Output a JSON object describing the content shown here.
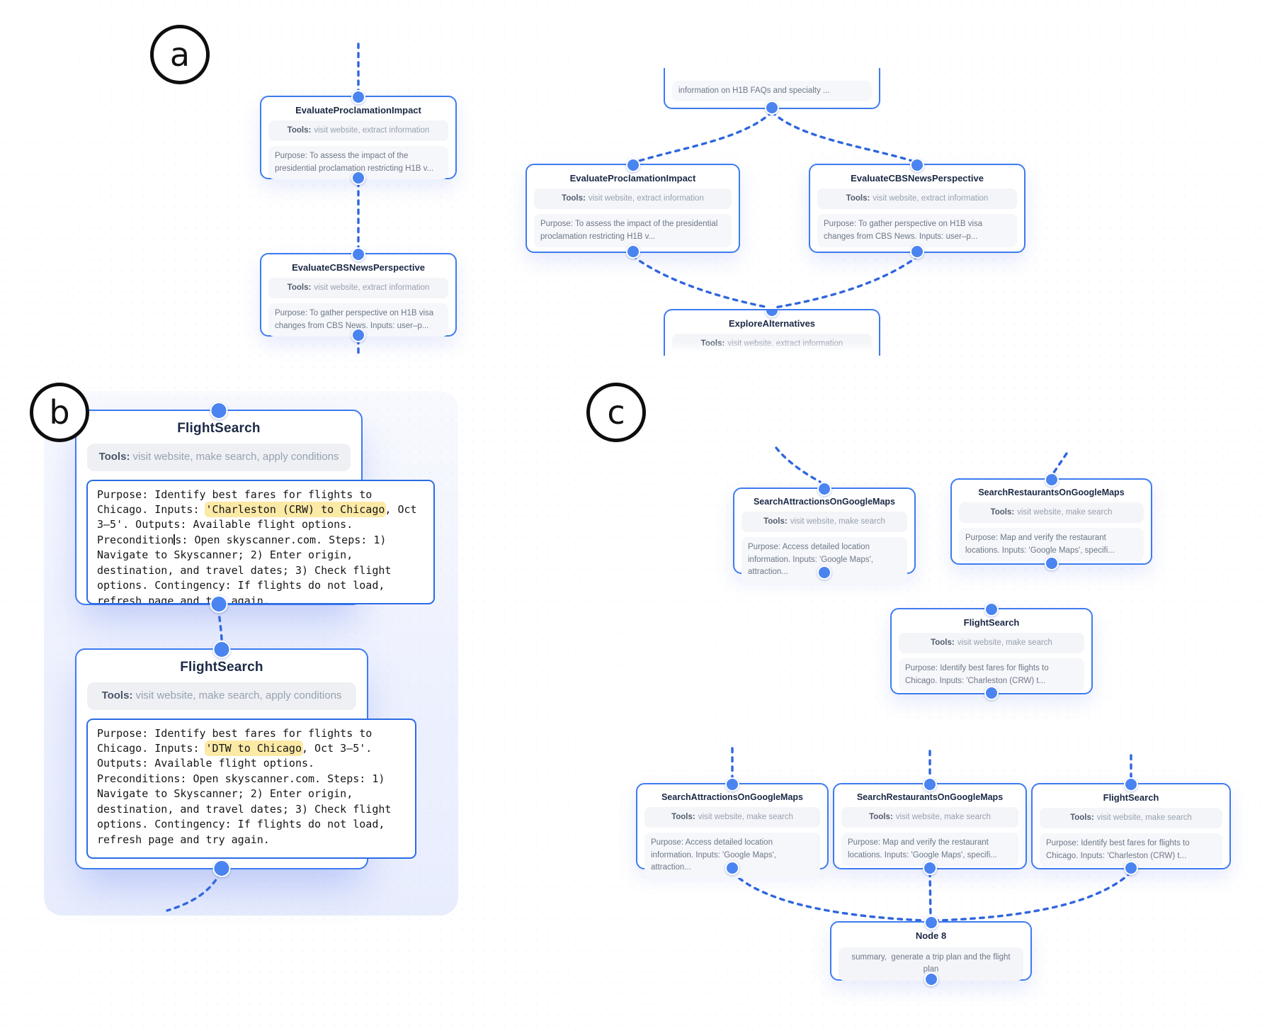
{
  "colors": {
    "accent": "#3d7bf0",
    "dash": "#2f66dd",
    "dot": "#4a84f0",
    "highlight": "#fbe9a6",
    "title_text": "#1b2945"
  },
  "a": {
    "label": "a",
    "chain": [
      {
        "title": "EvaluateProclamationImpact",
        "tools_label": "Tools:",
        "tools": "visit website, extract information",
        "purpose": "Purpose: To assess the impact of the presidential proclamation restricting H1B v..."
      },
      {
        "title": "EvaluateCBSNewsPerspective",
        "tools_label": "Tools:",
        "tools": "visit website, extract information",
        "purpose": "Purpose: To gather perspective on H1B visa changes from CBS News. Inputs: user–p..."
      }
    ],
    "partial_tail": "information on H1B FAQs and specialty ...",
    "branch": [
      {
        "title": "EvaluateProclamationImpact",
        "tools_label": "Tools:",
        "tools": "visit website, extract information",
        "purpose": "Purpose: To assess the impact of the presidential proclamation restricting H1B v..."
      },
      {
        "title": "EvaluateCBSNewsPerspective",
        "tools_label": "Tools:",
        "tools": "visit website, extract information",
        "purpose": "Purpose: To gather perspective on H1B visa changes from CBS News. Inputs: user–p..."
      }
    ],
    "merge": {
      "title": "ExploreAlternatives",
      "tools_label": "Tools:",
      "tools": "visit website, extract information"
    }
  },
  "b": {
    "label": "b",
    "cards": [
      {
        "title": "FlightSearch",
        "tools_label": "Tools:",
        "tools": "visit website, make search, apply conditions",
        "purpose_segments": [
          {
            "t": "Purpose: Identify best fares for flights to Chicago. Inputs: "
          },
          {
            "t": "'Charleston (CRW) to Chicago",
            "hl": true
          },
          {
            "t": ", Oct 3–5'. Outputs: Available flight options. Precondition"
          },
          {
            "caret": true
          },
          {
            "t": "s: Open skyscanner.com. Steps: 1) Navigate to Skyscanner; 2) Enter origin, destination, and travel dates; 3) Check flight options. Contingency: If flights do not load, refresh page and try again."
          }
        ]
      },
      {
        "title": "FlightSearch",
        "tools_label": "Tools:",
        "tools": "visit website, make search, apply conditions",
        "purpose_segments": [
          {
            "t": "Purpose: Identify best fares for flights to Chicago. Inputs: "
          },
          {
            "t": "'DTW to Chicago",
            "hl": true
          },
          {
            "t": ", Oct 3–5'. Outputs: Available flight options. Preconditions: Open skyscanner.com. Steps: 1) Navigate to Skyscanner; 2) Enter origin, destination, and travel dates; 3) Check flight options. Contingency: If flights do not load, refresh page and try again."
          }
        ]
      }
    ]
  },
  "c": {
    "label": "c",
    "top": [
      {
        "title": "SearchAttractionsOnGoogleMaps",
        "tools_label": "Tools:",
        "tools": "visit website, make search",
        "purpose": "Purpose: Access detailed location information. Inputs: 'Google Maps', attraction..."
      },
      {
        "title": "SearchRestaurantsOnGoogleMaps",
        "tools_label": "Tools:",
        "tools": "visit website, make search",
        "purpose": "Purpose: Map and verify the restaurant locations. Inputs: 'Google Maps', specifi..."
      }
    ],
    "mid": {
      "title": "FlightSearch",
      "tools_label": "Tools:",
      "tools": "visit website, make search",
      "purpose": "Purpose: Identify best fares for flights to Chicago. Inputs: 'Charleston (CRW) t..."
    },
    "bottom": [
      {
        "title": "SearchAttractionsOnGoogleMaps",
        "tools_label": "Tools:",
        "tools": "visit website, make search",
        "purpose": "Purpose: Access detailed location information. Inputs: 'Google Maps', attraction..."
      },
      {
        "title": "SearchRestaurantsOnGoogleMaps",
        "tools_label": "Tools:",
        "tools": "visit website, make search",
        "purpose": "Purpose: Map and verify the restaurant locations. Inputs: 'Google Maps', specifi..."
      },
      {
        "title": "FlightSearch",
        "tools_label": "Tools:",
        "tools": "visit website, make search",
        "purpose": "Purpose: Identify best fares for flights to Chicago. Inputs: 'Charleston (CRW) t..."
      }
    ],
    "node8": {
      "title": "Node 8",
      "text": "summary,  generate a trip plan and the flight plan"
    }
  }
}
